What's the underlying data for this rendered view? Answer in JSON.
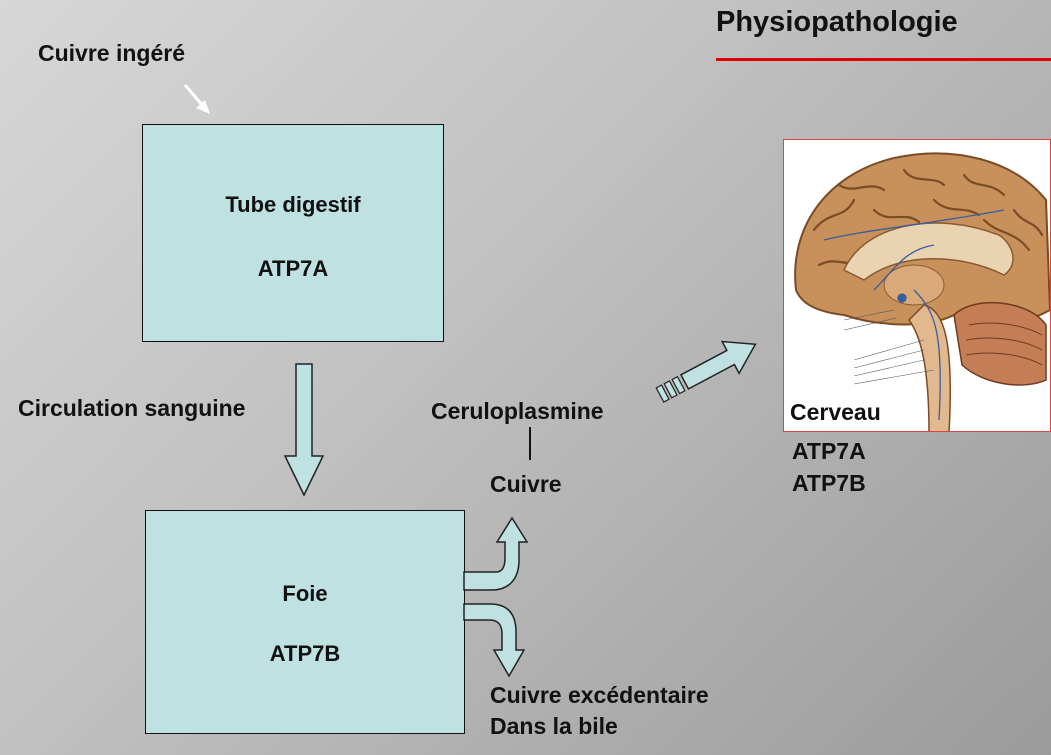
{
  "title": "Physiopathologie",
  "colors": {
    "title_rule": "#e00000",
    "box_fill": "#bfe1e2",
    "arrow_fill": "#bfe1e2",
    "frame": "#d44444"
  },
  "ingested_label": "Cuivre ingéré",
  "digestive_box": {
    "title": "Tube digestif",
    "gene": "ATP7A"
  },
  "circulation_label": "Circulation sanguine",
  "liver_box": {
    "title": "Foie",
    "gene": "ATP7B"
  },
  "ceruloplasmin_label": "Ceruloplasmine",
  "copper_label": "Cuivre",
  "excess_copper": {
    "line1": "Cuivre excédentaire",
    "line2": "Dans la bile"
  },
  "brain": {
    "label": "Cerveau",
    "gene1": "ATP7A",
    "gene2": "ATP7B"
  }
}
